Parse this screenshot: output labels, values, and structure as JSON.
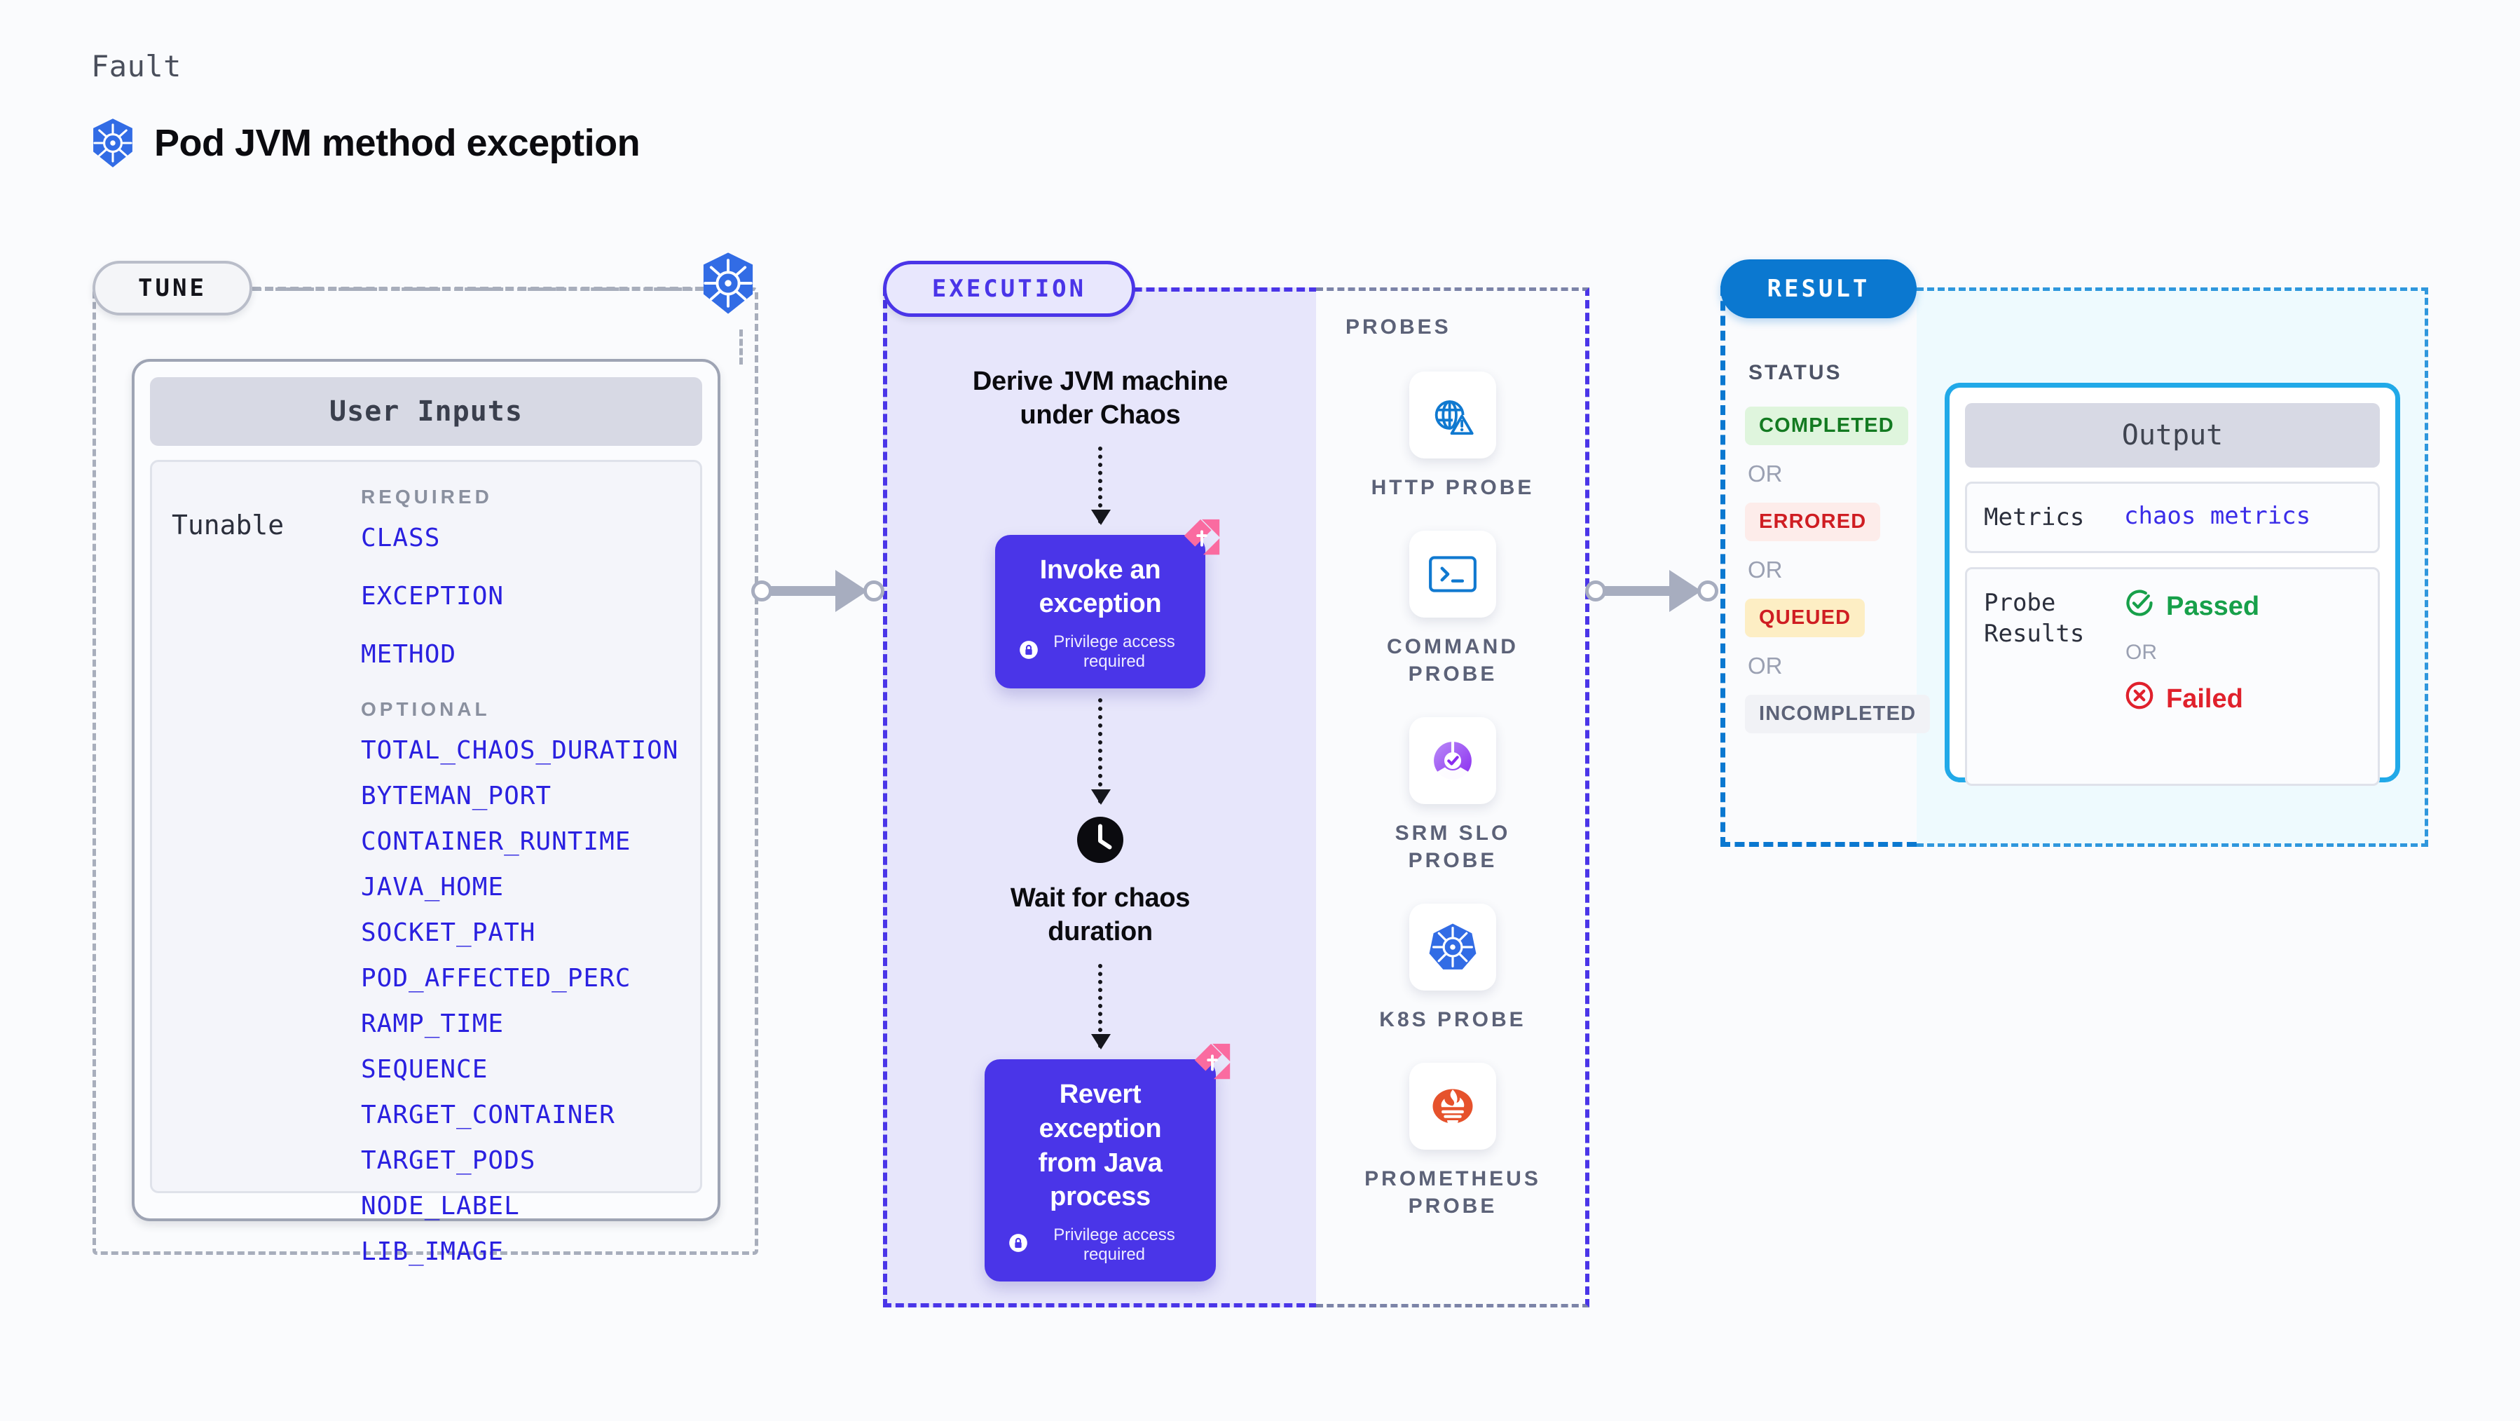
{
  "header": {
    "kicker": "Fault",
    "title": "Pod JVM method exception",
    "logo_icon": "kubernetes-icon"
  },
  "stages": {
    "tune": {
      "label": "TUNE"
    },
    "execution": {
      "label": "EXECUTION"
    },
    "result": {
      "label": "RESULT"
    },
    "probes": {
      "label": "PROBES"
    }
  },
  "tune_card": {
    "header": "User Inputs",
    "tunable_label": "Tunable",
    "required_title": "REQUIRED",
    "optional_title": "OPTIONAL",
    "required": [
      "CLASS",
      "EXCEPTION",
      "METHOD"
    ],
    "optional": [
      "TOTAL_CHAOS_DURATION",
      "BYTEMAN_PORT",
      "CONTAINER_RUNTIME",
      "JAVA_HOME",
      "SOCKET_PATH",
      "POD_AFFECTED_PERC",
      "RAMP_TIME",
      "SEQUENCE",
      "TARGET_CONTAINER",
      "TARGET_PODS",
      "NODE_LABEL",
      "LIB_IMAGE"
    ]
  },
  "execution": {
    "step1_text": "Derive JVM machine\nunder Chaos",
    "box1": {
      "title": "Invoke an exception",
      "privilege_note": "Privilege access required",
      "lock_icon": "lock-icon",
      "badge_icon": "litmus-chaos-icon"
    },
    "wait": {
      "clock_icon": "clock-icon",
      "text": "Wait for chaos\nduration"
    },
    "box2": {
      "title": "Revert exception\nfrom Java process",
      "privilege_note": "Privilege access required",
      "lock_icon": "lock-icon",
      "badge_icon": "litmus-chaos-icon"
    }
  },
  "probes": [
    {
      "label": "HTTP PROBE",
      "icon": "globe-warning-icon"
    },
    {
      "label": "COMMAND PROBE",
      "icon": "terminal-icon"
    },
    {
      "label": "SRM SLO PROBE",
      "icon": "srm-slo-check-icon"
    },
    {
      "label": "K8S PROBE",
      "icon": "kubernetes-icon"
    },
    {
      "label": "PROMETHEUS PROBE",
      "icon": "prometheus-icon"
    }
  ],
  "result": {
    "status_title": "STATUS",
    "or_label": "OR",
    "statuses": [
      {
        "label": "COMPLETED",
        "bg": "#dff5dd",
        "fg": "#137a21"
      },
      {
        "label": "ERRORED",
        "bg": "#fdecea",
        "fg": "#cf1d22"
      },
      {
        "label": "QUEUED",
        "bg": "#fdeec4",
        "fg": "#cf1d22"
      },
      {
        "label": "INCOMPLETED",
        "bg": "#f1f2f6",
        "fg": "#5c6278"
      }
    ]
  },
  "output": {
    "header": "Output",
    "metrics_key": "Metrics",
    "metrics_value": "chaos metrics",
    "probe_results_key": "Probe\nResults",
    "passed_label": "Passed",
    "failed_label": "Failed",
    "or_label": "OR",
    "passed_icon": "check-circle-icon",
    "failed_icon": "x-circle-icon"
  },
  "colors": {
    "accent_purple": "#4a35e8",
    "accent_blue": "#0b78d0",
    "accent_cyan": "#21a9e8",
    "param_blue": "#2a20e0",
    "k8s_blue": "#326ce5",
    "litmus_pink": "#fa6ba0",
    "pass_green": "#17a04a",
    "fail_red": "#e0212c"
  }
}
